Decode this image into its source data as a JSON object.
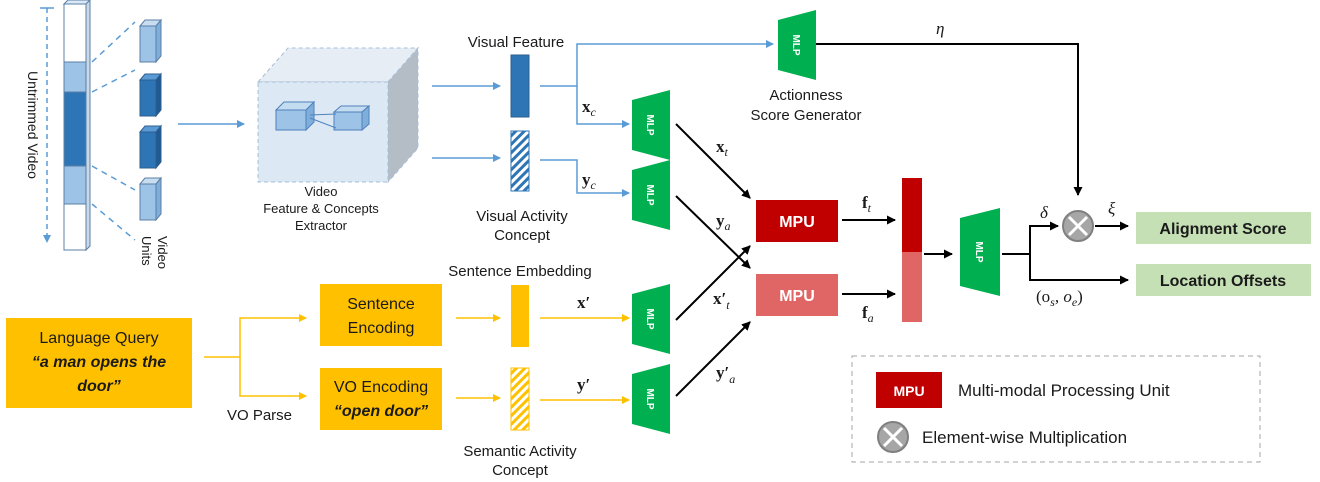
{
  "colors": {
    "blue_line": "#5b9bd5",
    "blue_dark": "#2e75b6",
    "blue_light": "#9dc3e6",
    "gold": "#ffc000",
    "green": "#00b050",
    "mpu_dark": "#c00000",
    "mpu_light": "#e06666",
    "score_bg": "#c5e0b4",
    "mult_gray": "#a6a6a6"
  },
  "video": {
    "untrimmed_label": "Untrimmed Video",
    "units_label_1": "Video",
    "units_label_2": "Units"
  },
  "extractor": {
    "line1": "Video",
    "line2": "Feature & Concepts",
    "line3": "Extractor"
  },
  "visual_feature_label": "Visual Feature",
  "visual_activity_label_1": "Visual Activity",
  "visual_activity_label_2": "Concept",
  "actionness_label_1": "Actionness",
  "actionness_label_2": "Score Generator",
  "sentence_embedding_label": "Sentence Embedding",
  "semantic_activity_label_1": "Semantic Activity",
  "semantic_activity_label_2": "Concept",
  "query": {
    "line1": "Language Query",
    "line2": "“a man opens the",
    "line3": "door”"
  },
  "vo_parse_label": "VO Parse",
  "sentence_encoding": {
    "line1": "Sentence",
    "line2": "Encoding"
  },
  "vo_encoding": {
    "line1": "VO Encoding",
    "line2": "“open door”"
  },
  "mlp_label": "MLP",
  "mpu_label": "MPU",
  "math": {
    "xc": "x",
    "xc_sub": "c",
    "yc": "y",
    "yc_sub": "c",
    "xt": "x",
    "xt_sub": "t",
    "ya": "y",
    "ya_sub": "a",
    "x_prime_t": "x′",
    "x_prime_t_sub": "t",
    "y_prime_a": "y′",
    "y_prime_a_sub": "a",
    "x_prime": "x′",
    "y_prime": "y′",
    "ft": "f",
    "ft_sub": "t",
    "fa": "f",
    "fa_sub": "a",
    "eta": "η",
    "delta": "δ",
    "xi": "ξ",
    "offsets": "(o",
    "offsets_s": "s",
    "offsets_mid": ", o",
    "offsets_e": "e",
    "offsets_end": ")"
  },
  "outputs": {
    "alignment": "Alignment Score",
    "location": "Location Offsets"
  },
  "legend": {
    "mpu_desc": "Multi-modal Processing Unit",
    "mult_desc": "Element-wise Multiplication"
  }
}
